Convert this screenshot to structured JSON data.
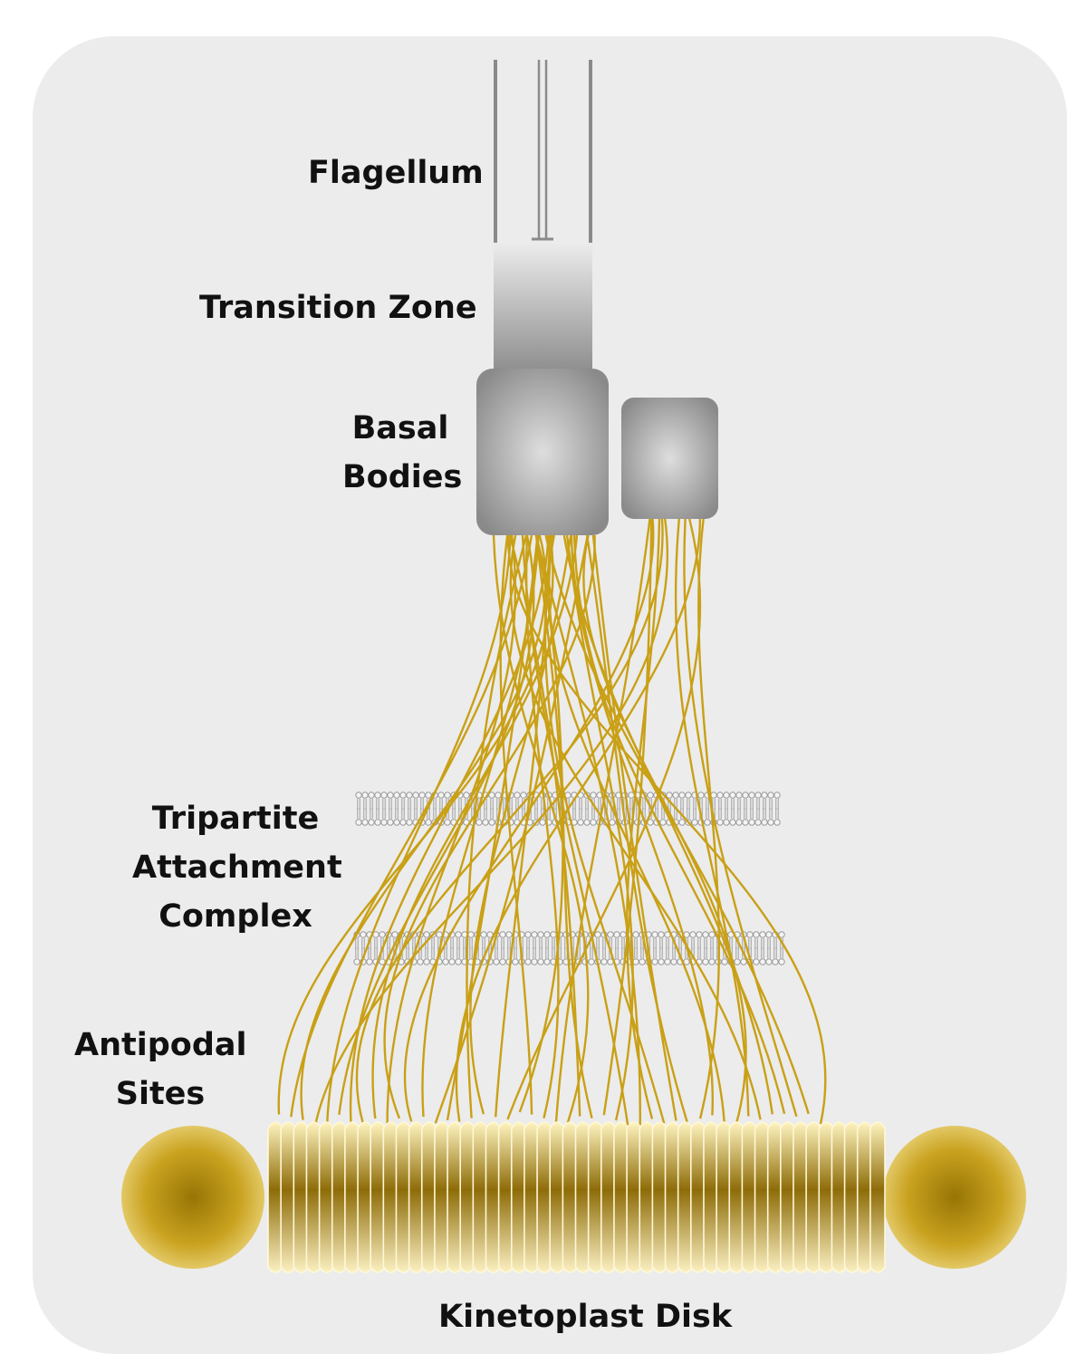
{
  "labels": {
    "flagellum": "Flagellum",
    "transition_zone": "Transition Zone",
    "basal_bodies": [
      "Basal",
      "Bodies"
    ],
    "tac": [
      "Tripartite",
      "Attachment",
      "Complex"
    ],
    "antipodal_sites": [
      "Antipodal",
      "Sites"
    ],
    "kinetoplast_disk": "Kinetoplast Disk"
  },
  "colors": {
    "background_panel": "#ececec",
    "fiber": "#c9a016",
    "disk_light": "#fff6c8",
    "disk_dark": "#8a6a06",
    "sphere_center": "#9c7a06",
    "sphere_edge": "#e6c75a",
    "basal_body_center": "#dcdcdc",
    "basal_body_edge": "#8f8f8f",
    "membrane": "#9a9a9a"
  },
  "icons": [
    "flagellum-axoneme",
    "transition-zone",
    "basal-body",
    "probasal-body",
    "membrane-bilayer",
    "tac-filament",
    "antipodal-site-sphere",
    "kinetoplast-disk"
  ]
}
